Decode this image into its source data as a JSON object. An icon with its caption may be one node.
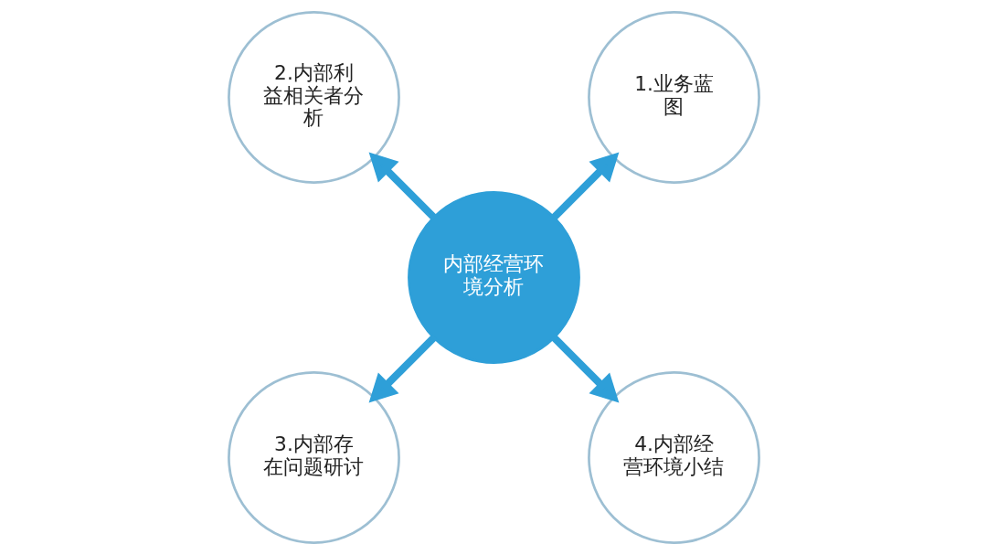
{
  "diagram": {
    "nodes": [
      {
        "text": [
          "内部经营环境分析"
        ]
      },
      {
        "text": [
          "1.业务蓝图"
        ]
      },
      {
        "text": [
          "2.内部利益相关者分析"
        ]
      },
      {
        "text": [
          "3.内部存在问题研讨"
        ]
      },
      {
        "text": [
          "4.内部经营环境小结"
        ]
      }
    ],
    "edges": [
      {
        "from": 0,
        "to": 1,
        "arrow": "to"
      },
      {
        "from": 0,
        "to": 2,
        "arrow": "to"
      },
      {
        "from": 0,
        "to": 3,
        "arrow": "to"
      },
      {
        "from": 0,
        "to": 4,
        "arrow": "to"
      }
    ]
  }
}
